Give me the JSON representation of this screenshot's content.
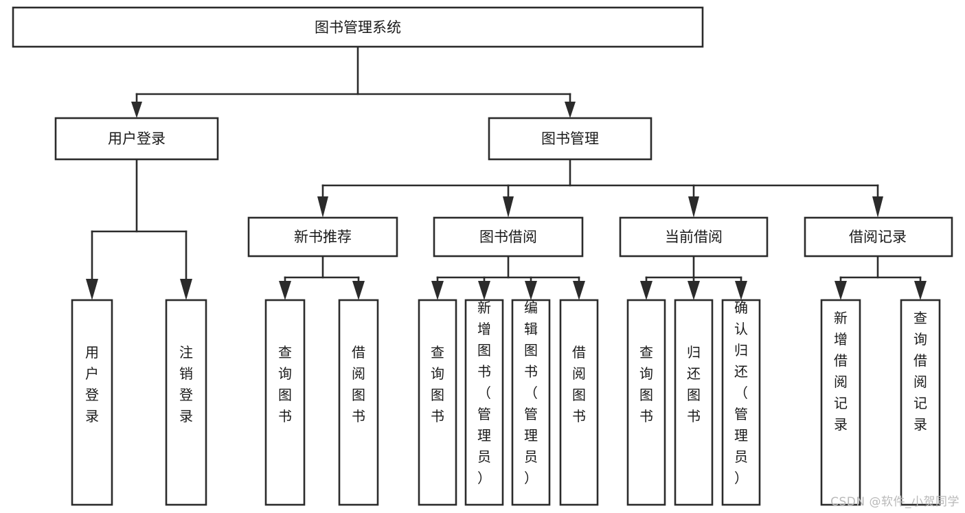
{
  "diagram": {
    "title": "图书管理系统",
    "type": "hierarchy-tree",
    "watermark": "CSDN @软件_小贺同学",
    "colors": {
      "stroke": "#2b2b2b",
      "fill": "#ffffff",
      "text": "#1a1a1a",
      "watermark": "#b9b9b9"
    },
    "root": {
      "id": "root",
      "label": "图书管理系统"
    },
    "level2": [
      {
        "id": "user-login",
        "label": "用户登录"
      },
      {
        "id": "book-manage",
        "label": "图书管理"
      }
    ],
    "level3": [
      {
        "id": "new-book-recommend",
        "label": "新书推荐"
      },
      {
        "id": "book-borrow",
        "label": "图书借阅"
      },
      {
        "id": "current-borrow",
        "label": "当前借阅"
      },
      {
        "id": "borrow-record",
        "label": "借阅记录"
      }
    ],
    "leaves": [
      {
        "id": "leaf-user-login",
        "label": "用户登录",
        "parent": "user-login"
      },
      {
        "id": "leaf-user-logout",
        "label": "注销登录",
        "parent": "user-login"
      },
      {
        "id": "leaf-query-book-1",
        "label": "查询图书",
        "parent": "new-book-recommend"
      },
      {
        "id": "leaf-borrow-book-1",
        "label": "借阅图书",
        "parent": "new-book-recommend"
      },
      {
        "id": "leaf-query-book-2",
        "label": "查询图书",
        "parent": "book-borrow"
      },
      {
        "id": "leaf-add-book",
        "label": "新增图书（管理员）",
        "parent": "book-borrow"
      },
      {
        "id": "leaf-edit-book",
        "label": "编辑图书（管理员）",
        "parent": "book-borrow"
      },
      {
        "id": "leaf-borrow-book-2",
        "label": "借阅图书",
        "parent": "book-borrow"
      },
      {
        "id": "leaf-query-book-3",
        "label": "查询图书",
        "parent": "current-borrow"
      },
      {
        "id": "leaf-return-book",
        "label": "归还图书",
        "parent": "current-borrow"
      },
      {
        "id": "leaf-confirm-return",
        "label": "确认归还（管理员）",
        "parent": "current-borrow"
      },
      {
        "id": "leaf-add-record",
        "label": "新增借阅记录",
        "parent": "borrow-record"
      },
      {
        "id": "leaf-query-record",
        "label": "查询借阅记录",
        "parent": "borrow-record"
      }
    ]
  }
}
